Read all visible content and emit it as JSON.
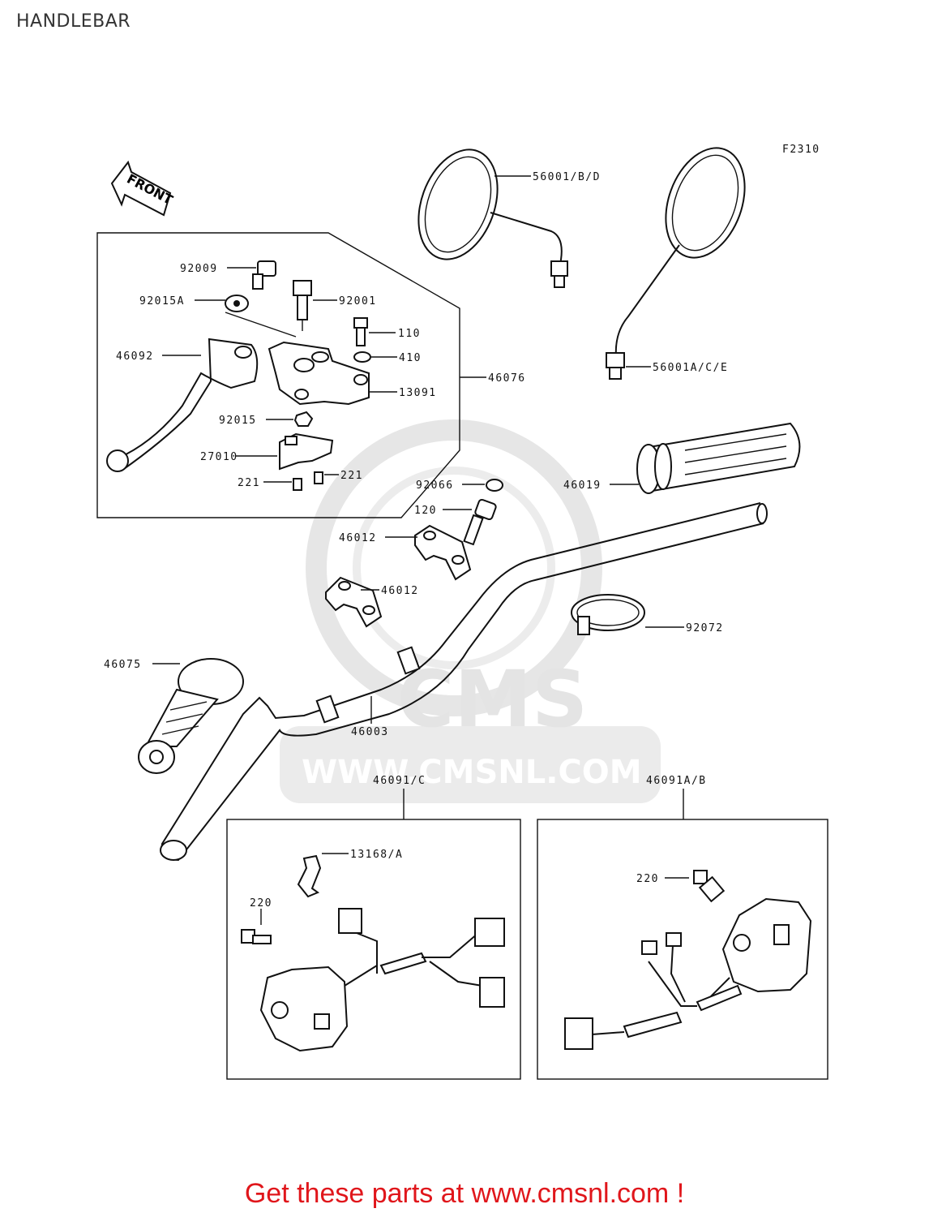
{
  "page_title": "HANDLEBAR",
  "figure_code": "F2310",
  "front_arrow_label": "FRONT",
  "watermark": {
    "brand": "CMS",
    "url": "WWW.CMSNL.COM"
  },
  "footer_text": "Get these parts at www.cmsnl.com !",
  "colors": {
    "footer": "#e0161b",
    "line": "#111111",
    "watermark": "#e4e4e4"
  },
  "parts": {
    "mirror_right": "56001/B/D",
    "mirror_left": "56001A/C/E",
    "screw_92009": "92009",
    "nut_92015A": "92015A",
    "bolt_92001": "92001",
    "bolt_110": "110",
    "washer_410": "410",
    "lever": "46092",
    "holder_13091": "13091",
    "assembly_46076": "46076",
    "nut_92015": "92015",
    "switch_27010": "27010",
    "screw_221_right": "221",
    "screw_221_left": "221",
    "washer_92066": "92066",
    "grip_46019": "46019",
    "bolt_120": "120",
    "clamp_upper": "46012",
    "clamp_lower": "46012",
    "band_92072": "92072",
    "grip_46075": "46075",
    "handlebar_46003": "46003",
    "switch_left": "46091/C",
    "switch_right": "46091A/B",
    "clamp_13168": "13168/A",
    "screw_220_left": "220",
    "screw_220_right": "220"
  }
}
